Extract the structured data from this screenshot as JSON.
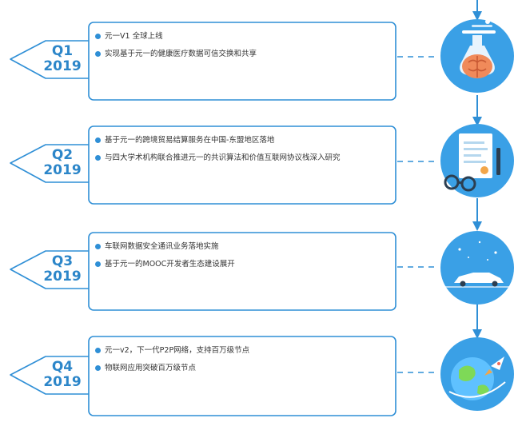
{
  "colors": {
    "accent": "#2f8fd6",
    "label": "#2c86c9",
    "text": "#333333",
    "icon_bg": "#3aa0e6"
  },
  "quarters": [
    {
      "quarter": "Q1",
      "year": "2019",
      "icon": "brain-flask-icon",
      "bullets": [
        "元一V1 全球上线",
        "实现基于元一的健康医疗数据可信交换和共享"
      ]
    },
    {
      "quarter": "Q2",
      "year": "2019",
      "icon": "document-glasses-icon",
      "bullets": [
        "基于元一的跨境贸易结算服务在中国-东盟地区落地",
        "与四大学术机构联合推进元一的共识算法和价值互联网协议栈深入研究"
      ]
    },
    {
      "quarter": "Q3",
      "year": "2019",
      "icon": "sports-car-icon",
      "bullets": [
        "车联网数据安全通讯业务落地实施",
        "基于元一的MOOC开发者生态建设展开"
      ]
    },
    {
      "quarter": "Q4",
      "year": "2019",
      "icon": "globe-rocket-icon",
      "bullets": [
        "元一v2，下一代P2P网络，支持百万级节点",
        "物联网应用突破百万级节点"
      ]
    }
  ]
}
